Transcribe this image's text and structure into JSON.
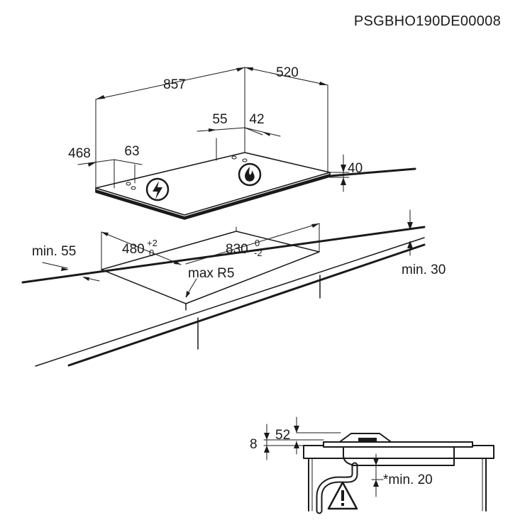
{
  "document_code": "PSGBHO190DE00008",
  "dimensions": {
    "width": "857",
    "depth": "520",
    "gas_inlet_left": "55",
    "gas_inlet_right": "42",
    "side_offset": "468",
    "inlet_offset": "63",
    "height": "40",
    "cutout_depth": "480",
    "cutout_depth_tol_upper": "+2",
    "cutout_depth_tol_lower": "0",
    "cutout_width": "830",
    "cutout_width_tol_upper": "0",
    "cutout_width_tol_lower": "-2",
    "min_front": "min. 55",
    "max_radius": "max R5",
    "min_back": "min. 30",
    "detail_height": "8",
    "detail_depth": "52",
    "detail_min_clearance": "*min. 20"
  },
  "icons": [
    "electric-connection-icon",
    "gas-flame-icon",
    "warning-icon"
  ]
}
